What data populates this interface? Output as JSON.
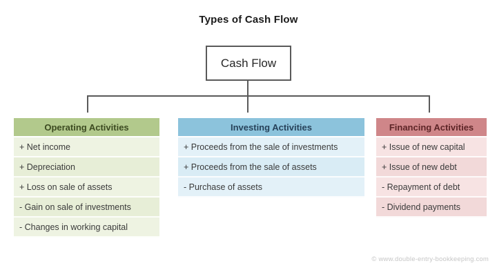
{
  "title": "Types of Cash Flow",
  "root": {
    "label": "Cash Flow"
  },
  "columns": [
    {
      "header": "Operating Activities",
      "header_bg": "#b2c98c",
      "header_text_color": "#3c4a21",
      "row_bg": "#e7eed7",
      "row_bg_alt": "#eef3e2",
      "items": [
        "+ Net income",
        "+ Depreciation",
        "+ Loss on sale of assets",
        "- Gain on sale of investments",
        "- Changes in working capital"
      ]
    },
    {
      "header": "Investing Activities",
      "header_bg": "#8cc3dc",
      "header_text_color": "#27425a",
      "row_bg": "#d9ecf5",
      "row_bg_alt": "#e3f1f8",
      "items": [
        "+ Proceeds from the sale of investments",
        "+ Proceeds from the sale of assets",
        "- Purchase of assets"
      ]
    },
    {
      "header": "Financing Activities",
      "header_bg": "#cf8689",
      "header_text_color": "#5d2527",
      "row_bg": "#f2d9d9",
      "row_bg_alt": "#f7e3e3",
      "items": [
        "+ Issue of new capital",
        "+ Issue of new debt",
        "- Repayment of debt",
        "- Dividend payments"
      ]
    }
  ],
  "footer": {
    "credit": "© www.double-entry-bookkeeping.com"
  },
  "colors": {
    "connector_line": "#595959",
    "root_box_border": "#595959",
    "title_text": "#1a1a1a",
    "row_text": "#3a3a3a",
    "footer_text": "#c6c6c6",
    "background": "#ffffff"
  }
}
